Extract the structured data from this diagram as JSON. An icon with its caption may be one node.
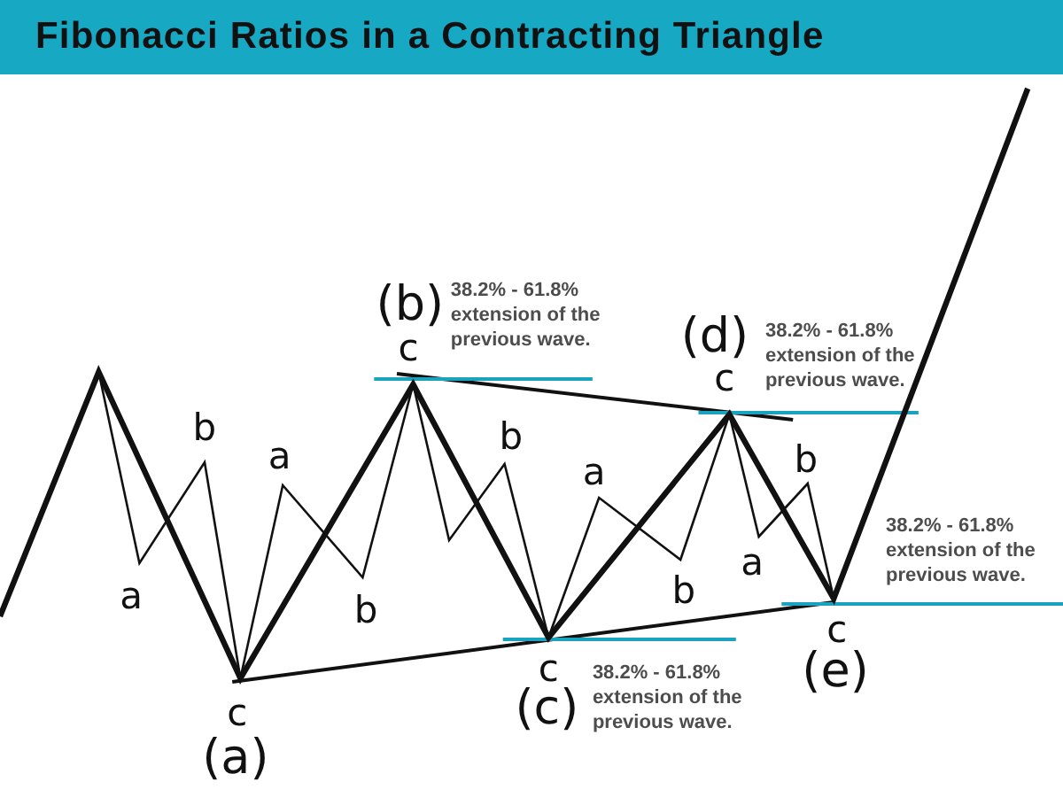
{
  "diagram": {
    "title": "Fibonacci Ratios in a Contracting Triangle",
    "labels": [
      "a",
      "b",
      "c",
      "(a)",
      "a",
      "b",
      "(b)",
      "c",
      "38.2% - 61.8% extension of the previous wave.",
      "b",
      "c",
      "(c)",
      "38.2% - 61.8% extension of the previous wave.",
      "a",
      "b",
      "(d)",
      "c",
      "38.2% - 61.8% extension of the previous wave.",
      "a",
      "b",
      "c",
      "(e)",
      "38.2% - 61.8% extension of the previous wave."
    ]
  }
}
